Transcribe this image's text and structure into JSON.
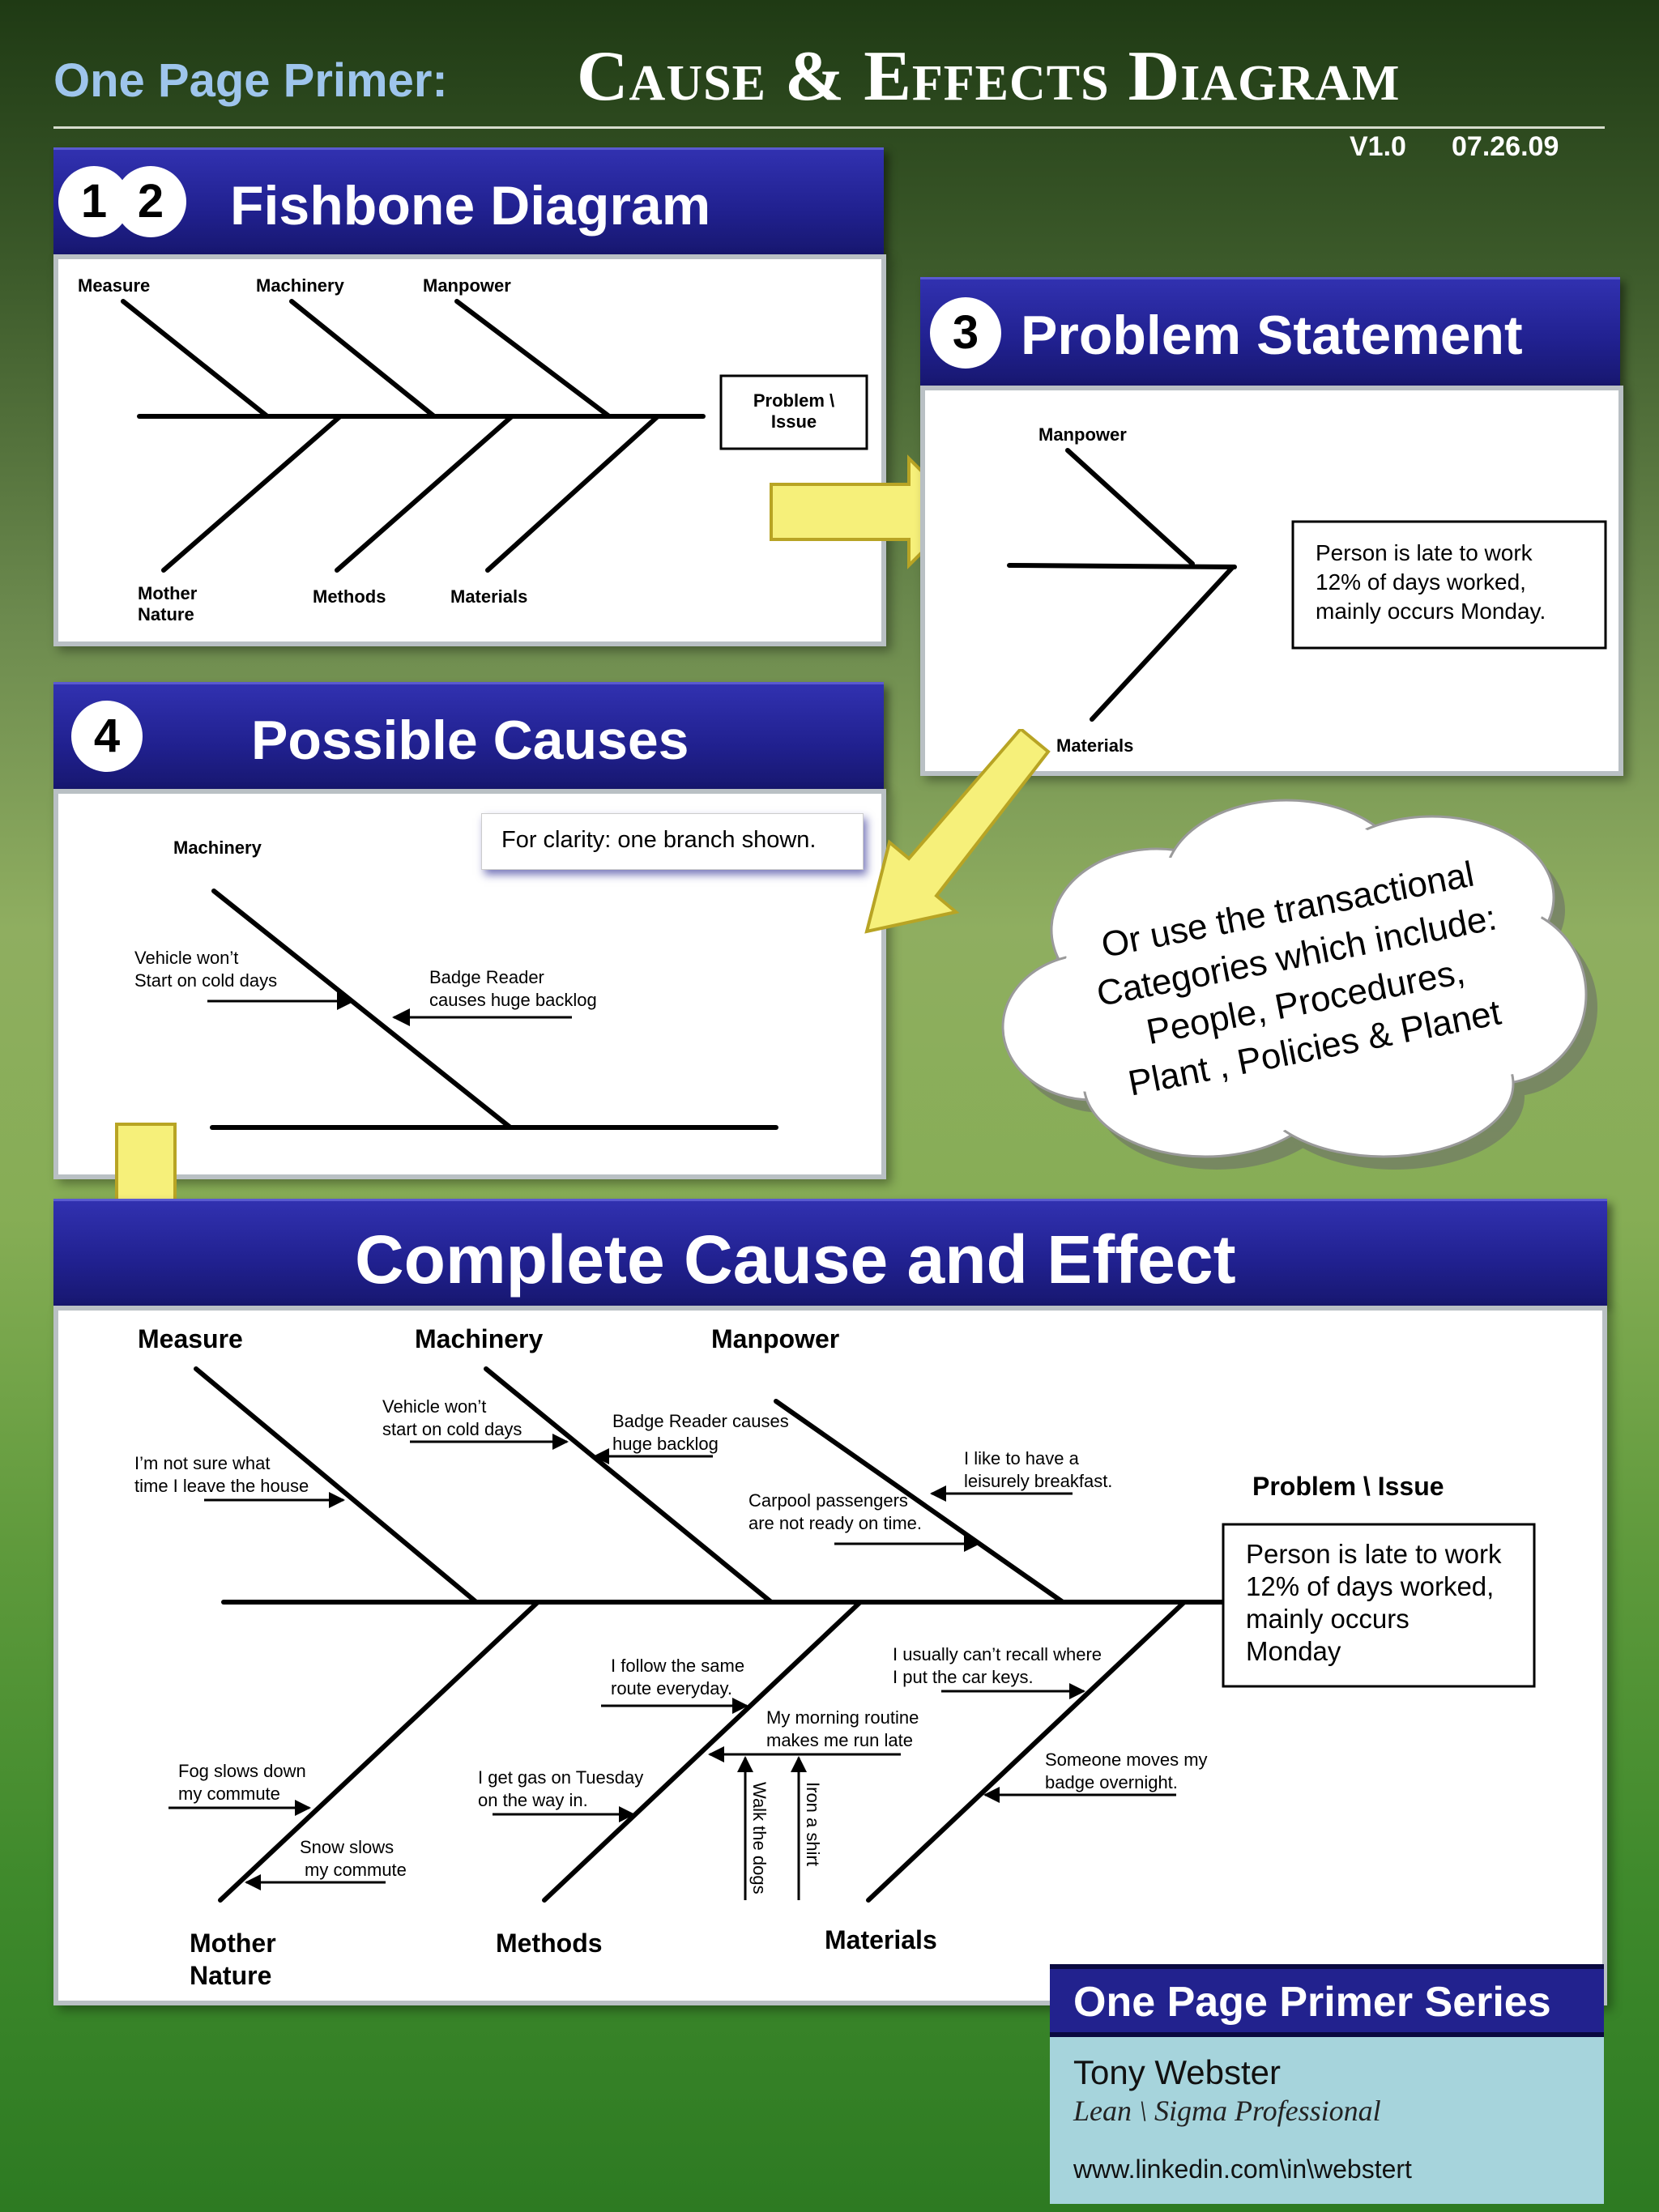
{
  "header": {
    "primer": "One Page Primer:",
    "title": "Cause & Effects Diagram",
    "version": "V1.0",
    "date": "07.26.09"
  },
  "section1": {
    "num1": "1",
    "num2": "2",
    "title": "Fishbone Diagram",
    "labels": {
      "measure": "Measure",
      "machinery": "Machinery",
      "manpower": "Manpower",
      "mother1": "Mother",
      "mother2": "Nature",
      "methods": "Methods",
      "materials": "Materials",
      "problem1": "Problem \\",
      "problem2": "Issue"
    }
  },
  "section3": {
    "num": "3",
    "title": "Problem Statement",
    "manpower": "Manpower",
    "materials": "Materials",
    "statement": [
      "Person is late to work",
      "12% of days worked,",
      "mainly occurs Monday."
    ]
  },
  "section4": {
    "num": "4",
    "title": "Possible Causes",
    "note": "For clarity: one branch shown.",
    "machinery": "Machinery",
    "cause1": [
      "Vehicle won’t",
      "Start on cold days"
    ],
    "cause2": [
      "Badge Reader",
      "causes huge backlog"
    ]
  },
  "cloud": {
    "lines": [
      "Or use the transactional",
      "Categories which include:",
      "People, Procedures,",
      "Plant , Policies & Planet"
    ]
  },
  "complete": {
    "title": "Complete Cause and Effect",
    "categories": {
      "measure": "Measure",
      "machinery": "Machinery",
      "manpower": "Manpower",
      "mother1": "Mother",
      "mother2": "Nature",
      "methods": "Methods",
      "materials": "Materials"
    },
    "problem_label": "Problem \\ Issue",
    "problem_text": [
      "Person is late to work",
      "12% of days worked,",
      "mainly occurs",
      "Monday"
    ],
    "causes": {
      "measure1": [
        "I’m not sure what",
        "time I leave the house"
      ],
      "machinery1": [
        "Vehicle won’t",
        "start on cold days"
      ],
      "machinery2": [
        "Badge Reader causes",
        "huge backlog"
      ],
      "manpower1": [
        "I like to have a",
        "leisurely breakfast."
      ],
      "manpower2": [
        "Carpool passengers",
        "are not ready on time."
      ],
      "mother1": [
        "Fog slows down",
        "my commute"
      ],
      "mother2": [
        "Snow slows",
        "my commute"
      ],
      "methods1": [
        "I follow the same",
        "route everyday."
      ],
      "methods2": [
        "I get gas on Tuesday",
        "on the way in."
      ],
      "methods3": [
        "My morning routine",
        "makes me run late"
      ],
      "methods4": "Walk the dogs",
      "methods5": "Iron a shirt",
      "materials1": [
        "I usually can’t recall where",
        "I put the car keys."
      ],
      "materials2": [
        "Someone moves my",
        "badge overnight."
      ]
    }
  },
  "footer": {
    "series": "One Page Primer Series",
    "author": "Tony Webster",
    "role": "Lean \\ Sigma Professional",
    "url": "www.linkedin.com\\in\\webstert"
  },
  "colors": {
    "bar_blue": "#20208e",
    "arrow_yellow": "#f6f07a",
    "author_box": "#a6d4dc",
    "header_primer": "#9ec5ec"
  }
}
